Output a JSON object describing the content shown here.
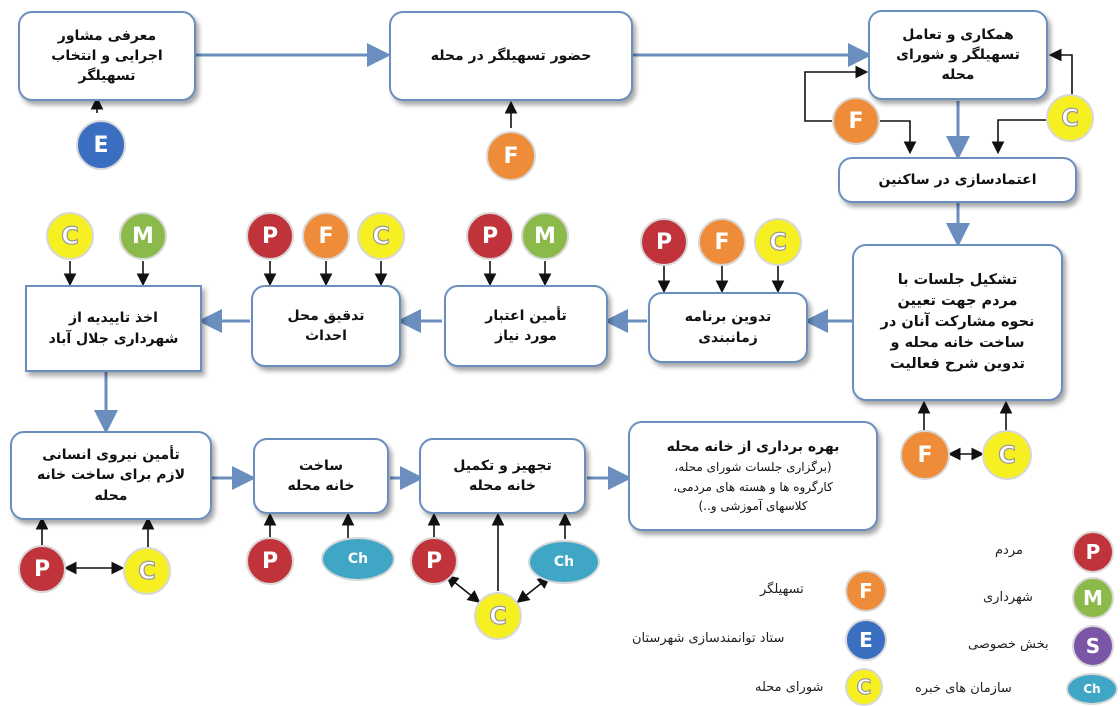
{
  "boxes": {
    "intro": "معرفی مشاور\nاجرایی و انتخاب\nتسهیلگر",
    "presence": "حضور تسهیلگر در محله",
    "cooperation": "همکاری و تعامل\nتسهیلگر و شورای\nمحله",
    "trust": "اعتمادسازی در ساکنین",
    "meetings": "تشکیل جلسات با\nمردم جهت تعیین\nنحوه مشارکت آنان در\nساخت خانه محله و\nتدوین شرح فعالیت",
    "schedule": "تدوین برنامه\nزمانبندی",
    "credit": "تأمین اعتبار\nمورد نیاز",
    "site": "تدقیق محل\nاحداث",
    "approval": "اخذ تاییدیه از\nشهرداری جلال آباد",
    "workforce": "تأمین نیروی انسانی\nلازم برای ساخت خانه\nمحله",
    "build": "ساخت\nخانه محله",
    "equip": "تجهیز و تکمیل\nخانه محله",
    "usage_title": "بهره برداری از خانه محله",
    "usage_detail": "(برگزاری جلسات شورای محله،\nکارگروه ها و هسته های مردمی،\nکلاسهای آموزشی و..)"
  },
  "symbols": {
    "P": "P",
    "F": "F",
    "E": "E",
    "M": "M",
    "S": "S",
    "C": "C",
    "Ch": "Ch"
  },
  "legend": {
    "P": "مردم",
    "M": "شهرداری",
    "S": "بخش خصوصی",
    "Ch": "سازمان های خبره",
    "F": "تسهیلگر",
    "E": "ستاد توانمندسازی شهرستان",
    "C": "شورای محله"
  },
  "colors": {
    "P": "#c0333b",
    "F": "#ef8c3a",
    "E": "#3a6ec0",
    "M": "#8cba4a",
    "S": "#7b55a6",
    "C": "#f6f022",
    "Ch": "#3fa6c6",
    "box_border": "#6a8fbf",
    "arrow": "#6a8fbf"
  }
}
